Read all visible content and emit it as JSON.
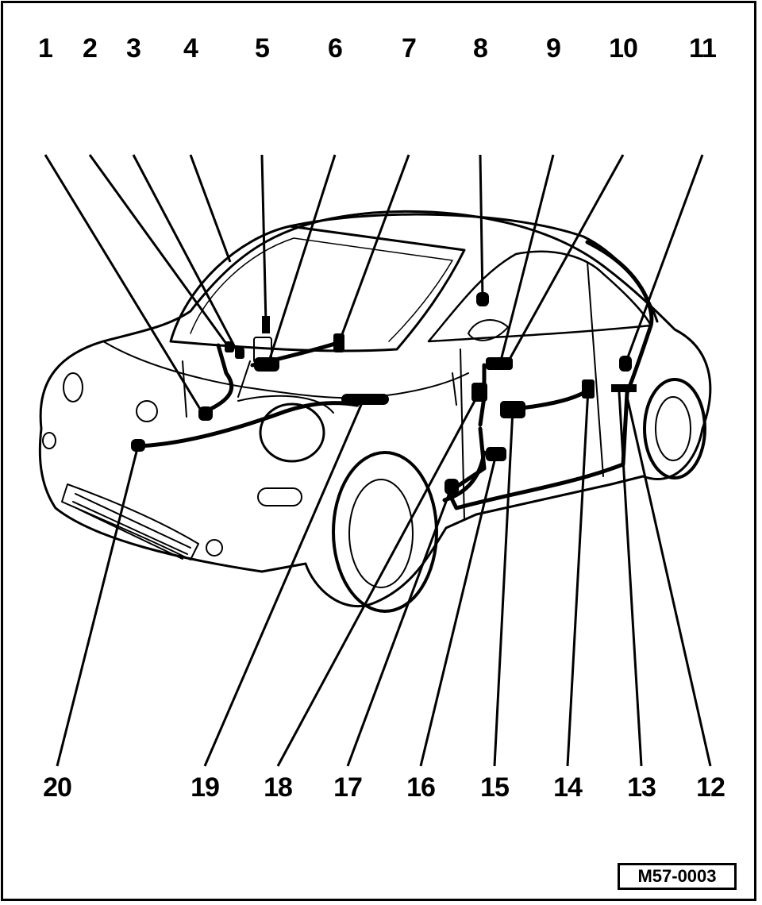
{
  "diagram": {
    "callouts": [
      "1",
      "2",
      "3",
      "4",
      "5",
      "6",
      "7",
      "8",
      "9",
      "10",
      "11",
      "12",
      "13",
      "14",
      "15",
      "16",
      "17",
      "18",
      "19",
      "20"
    ],
    "figure_code": "M57-0003"
  }
}
